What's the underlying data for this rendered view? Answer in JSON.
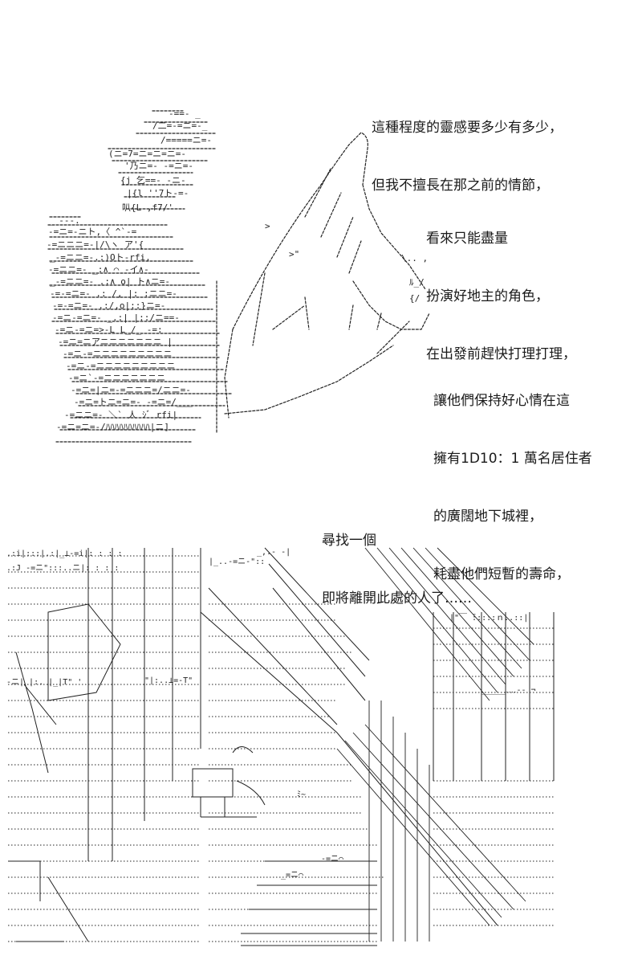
{
  "captions": {
    "c1": [
      "這種程度的靈感要多少有多少，",
      "但我不擅長在那之前的情節，"
    ],
    "c2": [
      "看來只能盡量",
      "扮演好地主的角色，",
      "在出發前趕快打理打理，"
    ],
    "c3": [
      "讓他們保持好心情在這",
      "擁有1D10：1 萬名居住者",
      "的廣闊地下城裡，",
      "耗盡他們短暫的壽命，"
    ],
    "c4": [
      "尋找一個",
      "即將離開此處的人了……"
    ]
  },
  "art": {
    "top_panel": "ascii-art-character-raising-hand",
    "bottom_panel": "ascii-art-city-street-scene"
  },
  "colors": {
    "ink": "#1a1a1a",
    "paper": "#ffffff"
  }
}
